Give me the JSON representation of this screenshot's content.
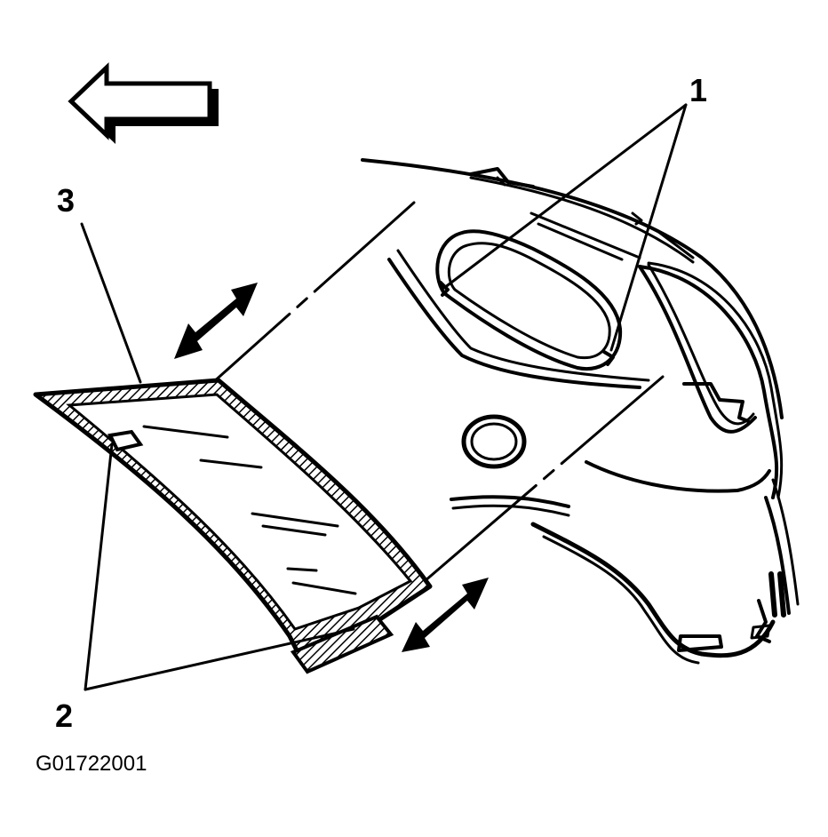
{
  "callouts": {
    "one": "1",
    "two": "2",
    "three": "3"
  },
  "figure_id": "G01722001",
  "icons": {
    "direction_arrow": "left-arrow-icon",
    "motion_arrows": "double-headed-arrow-icon"
  },
  "colors": {
    "ink": "#000000",
    "background": "#ffffff"
  }
}
